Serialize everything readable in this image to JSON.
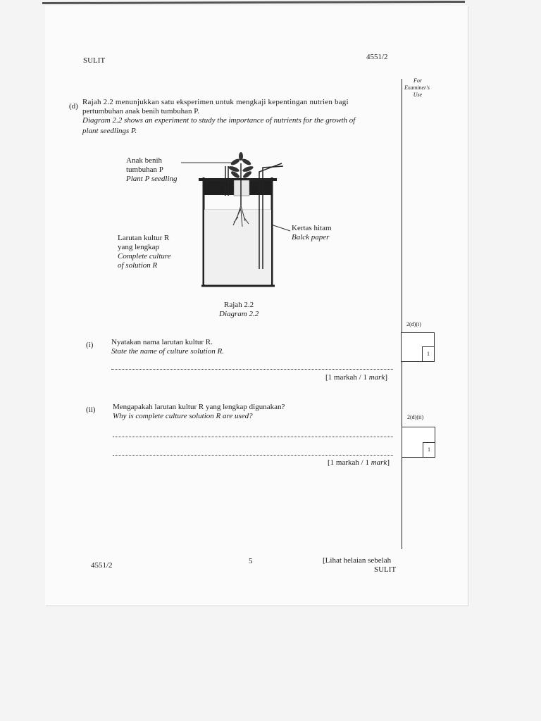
{
  "header": {
    "left": "SULIT",
    "right": "4551/2"
  },
  "examiner": {
    "line1": "For",
    "line2": "Examiner's",
    "line3": "Use"
  },
  "question_d": {
    "label": "(d)",
    "malay_line1": "Rajah 2.2 menunjukkan satu eksperimen untuk mengkaji kepentingan nutrien bagi",
    "malay_line2": "pertumbuhan anak benih tumbuhan P.",
    "english_line1": "Diagram 2.2 shows an experiment to study the importance of nutrients for the growth of",
    "english_line2": "plant seedlings P."
  },
  "diagram": {
    "label_seedling_1": "Anak benih",
    "label_seedling_2": "tumbuhan P",
    "label_seedling_3": "Plant P seedling",
    "label_solution_1": "Larutan kultur R",
    "label_solution_2": "yang lengkap",
    "label_solution_3": "Complete culture",
    "label_solution_4": "of solution R",
    "label_paper_1": "Kertas hitam",
    "label_paper_2": "Balck paper",
    "caption_1": "Rajah 2.2",
    "caption_2": "Diagram 2.2"
  },
  "q_i": {
    "num": "(i)",
    "malay": "Nyatakan nama larutan kultur R.",
    "english": "State the name of culture solution R.",
    "mark": "[1 markah / 1 ",
    "mark_i": "mark",
    "mark_end": "]",
    "code": "2(d)(i)",
    "score": "1"
  },
  "q_ii": {
    "num": "(ii)",
    "malay": "Mengapakah larutan kultur R yang lengkap digunakan?",
    "english": "Why is complete culture solution R are used?",
    "mark": "[1 markah / 1 ",
    "mark_i": "mark",
    "mark_end": "]",
    "code": "2(d)(ii)",
    "score": "1"
  },
  "footer": {
    "left": "4551/2",
    "page": "5",
    "right_1": "[Lihat helaian sebelah",
    "right_2": "SULIT"
  }
}
